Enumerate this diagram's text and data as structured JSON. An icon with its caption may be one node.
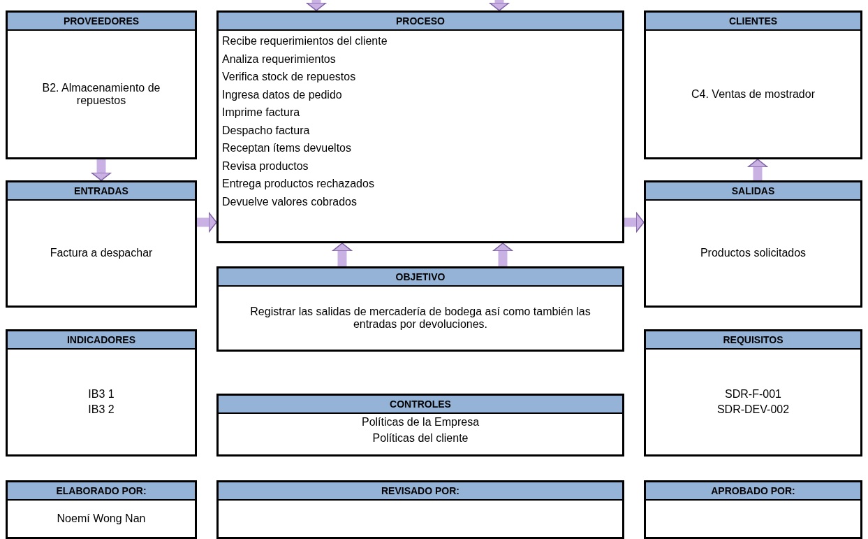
{
  "diagram": {
    "nodes": [
      {
        "text": [
          "PROVEEDORES",
          "B2. Almacenamiento de repuestos"
        ]
      },
      {
        "text": [
          "PROCESO",
          "Recibe requerimientos del cliente",
          "Analiza requerimientos",
          "Verifica stock de repuestos",
          "Ingresa datos de pedido",
          "Imprime factura",
          "Despacho factura",
          "Receptan ítems devueltos",
          "Revisa productos",
          "Entrega productos rechazados",
          "Devuelve valores cobrados"
        ]
      },
      {
        "text": [
          "CLIENTES",
          "C4. Ventas de mostrador"
        ]
      },
      {
        "text": [
          "ENTRADAS",
          "Factura a despachar"
        ]
      },
      {
        "text": [
          "SALIDAS",
          "Productos solicitados"
        ]
      },
      {
        "text": [
          "OBJETIVO",
          "Registrar las salidas de mercadería de bodega así como también las entradas por devoluciones."
        ]
      },
      {
        "text": [
          "INDICADORES",
          "IB3 1",
          "IB3 2"
        ]
      },
      {
        "text": [
          "REQUISITOS",
          "SDR-F-001",
          "SDR-DEV-002"
        ]
      },
      {
        "text": [
          "CONTROLES",
          "Políticas de la Empresa",
          "Políticas del cliente"
        ]
      },
      {
        "text": [
          "ELABORADO POR:",
          "Noemí Wong Nan"
        ]
      },
      {
        "text": [
          "REVISADO POR:"
        ]
      },
      {
        "text": [
          "APROBADO POR:"
        ]
      }
    ],
    "edges": [
      {
        "from": null,
        "to": 1,
        "arrow": "to"
      },
      {
        "from": null,
        "to": 1,
        "arrow": "to"
      },
      {
        "from": 0,
        "to": 3,
        "arrow": "to"
      },
      {
        "from": 3,
        "to": 1,
        "arrow": "to"
      },
      {
        "from": 1,
        "to": 4,
        "arrow": "to"
      },
      {
        "from": 4,
        "to": 2,
        "arrow": "to"
      },
      {
        "from": 5,
        "to": 1,
        "arrow": "to"
      },
      {
        "from": 5,
        "to": 1,
        "arrow": "to"
      }
    ]
  }
}
